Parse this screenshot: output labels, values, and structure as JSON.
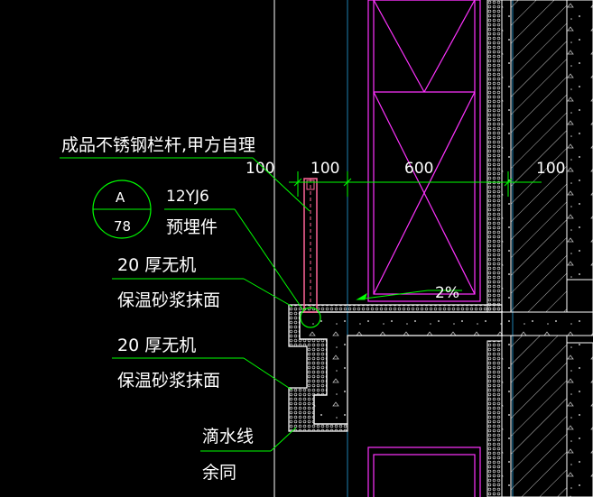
{
  "annotations": {
    "railing_note": "成品不锈钢栏杆,甲方自理",
    "embed_ref_letter": "A",
    "embed_ref_number": "78",
    "embed_spec": "12YJ6",
    "embed_label": "预埋件",
    "insulation_note_1_line1": "20 厚无机",
    "insulation_note_1_line2": "保温砂浆抹面",
    "insulation_note_2_line1": "20 厚无机",
    "insulation_note_2_line2": "保温砂浆抹面",
    "drip_note_line1": "滴水线",
    "drip_note_line2": "余同",
    "slope": "2%"
  },
  "dimensions": {
    "d1": "100",
    "d2": "100",
    "d3": "600",
    "d4": "100"
  },
  "colors": {
    "background": "#000000",
    "text": "#ffffff",
    "leader": "#00ff00",
    "dimension": "#00ff00",
    "magenta": "#ff33ff",
    "structure": "#ffffff",
    "axis": "#1e7fb0",
    "railing": "#ff6699"
  }
}
